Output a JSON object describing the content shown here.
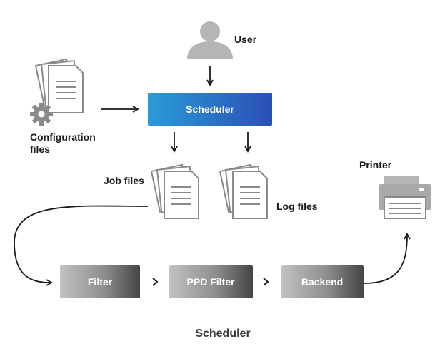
{
  "labels": {
    "user": "User",
    "scheduler_box": "Scheduler",
    "config_line1": "Configuration",
    "config_line2": "files",
    "job_files": "Job files",
    "log_files": "Log files",
    "printer": "Printer",
    "filter": "Filter",
    "ppd_filter": "PPD Filter",
    "backend": "Backend",
    "caption": "Scheduler"
  },
  "colors": {
    "scheduler_gradient": [
      "#2a9bd8",
      "#2b4fb5"
    ],
    "gray_box_gradient": [
      "#bdbdbd",
      "#4a4a4a"
    ],
    "icon_gray": "#b5b5b5",
    "doc_stroke": "#8a8a8a",
    "arrow": "#1a1a1a"
  },
  "icons": [
    "user-icon",
    "gear-icon",
    "document-stack-icon",
    "printer-icon"
  ]
}
